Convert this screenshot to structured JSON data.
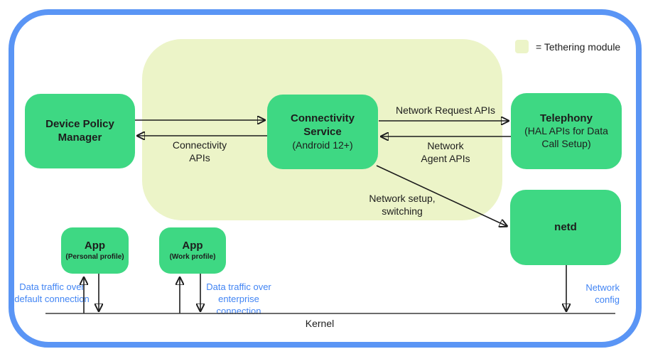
{
  "legend": {
    "label": "= Tethering module",
    "swatch_color": "#ecf4c8"
  },
  "boxes": {
    "dpm": {
      "title": "Device Policy\nManager"
    },
    "connectivity": {
      "title": "Connectivity\nService",
      "subtitle": "(Android 12+)"
    },
    "telephony": {
      "title": "Telephony",
      "subtitle": "(HAL APIs for Data\nCall Setup)"
    },
    "netd": {
      "title": "netd"
    },
    "app_personal": {
      "title": "App",
      "subtitle": "(Personal profile)"
    },
    "app_work": {
      "title": "App",
      "subtitle": "(Work profile)"
    }
  },
  "labels": {
    "network_request_apis": "Network Request APIs",
    "network_agent_apis": "Network\nAgent APIs",
    "connectivity_apis": "Connectivity\nAPIs",
    "network_setup_switching": "Network setup,\nswitching",
    "data_traffic_default": "Data traffic over\ndefault connection",
    "data_traffic_enterprise": "Data traffic over\nenterprise connection",
    "network_config": "Network\nconfig",
    "kernel": "Kernel"
  },
  "colors": {
    "box_green": "#3ed883",
    "module_bg": "#ecf4c8",
    "border_blue": "#5a95f5",
    "label_blue": "#4285f4"
  }
}
